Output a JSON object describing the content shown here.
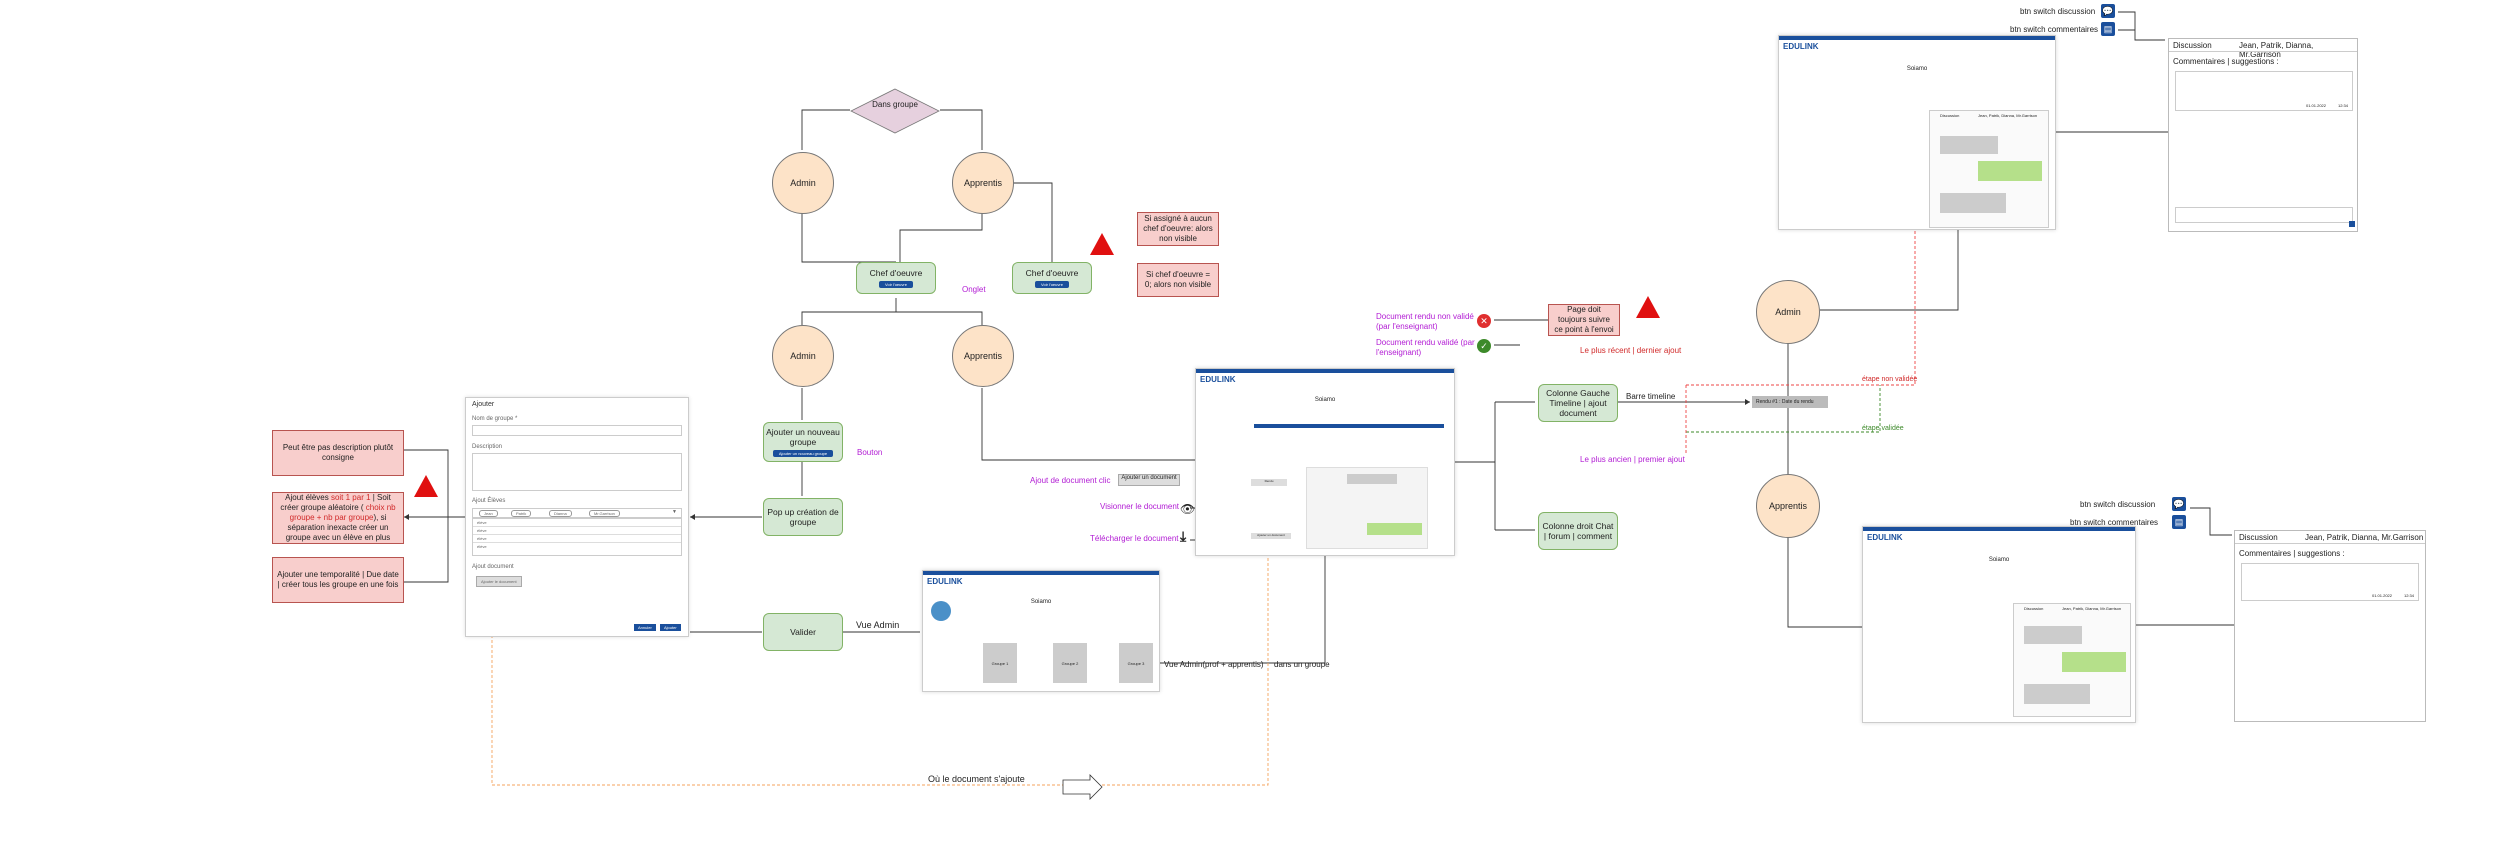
{
  "diagram": {
    "decision": "Dans groupe",
    "admin": "Admin",
    "apprentis": "Apprentis",
    "chef_oeuvre": "Chef d'oeuvre",
    "chef_btn": "Voir l'oeuvre",
    "onglet": "Onglet",
    "note_assigne": "Si assigné à aucun chef d'oeuvre: alors non visible",
    "note_chef_zero": "Si chef d'oeuvre = 0; alors non visible",
    "ajouter_groupe": "Ajouter un nouveau groupe",
    "ajouter_btn": "Ajouter un nouveau groupe",
    "bouton": "Bouton",
    "popup": "Pop up création de groupe",
    "valider": "Valider",
    "vue_admin": "Vue Admin",
    "vue_adminprof": "Vue Admin(prof + apprentis)",
    "dans_un_groupe": "dans un groupe",
    "ou_document": "Où le document s'ajoute",
    "note_description": "Peut être pas description plutôt consigne",
    "note_ajout_eleves_parts": [
      "Ajout élèves ",
      "soit 1 par 1",
      " | Soit créer groupe aléatoire ( ",
      "choix nb groupe + nb par groupe",
      "), si séparation inexacte créer un groupe avec un élève en plus"
    ],
    "note_temporalite": "Ajouter une temporalité | Due date | créer tous les groupe en une fois",
    "ajout_document_clic": "Ajout de document clic",
    "visionner": "Visionner le document",
    "telecharger": "Télécharger le document",
    "doc_non_valide": "Document rendu non validé (par l'enseignant)",
    "doc_valide": "Document rendu validé (par l'enseignant)",
    "page_note": "Page doit toujours suivre ce point à l'envoi",
    "plus_recent": "Le plus récent | dernier ajout",
    "plus_ancien": "Le plus ancien | premier ajout",
    "colonne_gauche": "Colonne Gauche Timeline | ajout document",
    "colonne_droite": "Colonne droit Chat | forum | comment",
    "barre_timeline": "Barre timeline",
    "etape_non_validee": "étape non validée",
    "etape_validee": "étape validée",
    "rendu": "Rendu #1 : Date du rendu",
    "btn_switch_discussion": "btn switch discussion",
    "btn_switch_commentaires": "btn switch commentaires",
    "discussion": "Discussion",
    "participants": "Jean, Patrik, Dianna, Mr.Garrison",
    "commentaires": "Commentaires | suggestions :",
    "comment_date": "01.01.2022",
    "comment_time": "12:34"
  },
  "form": {
    "title": "Ajouter",
    "nom_label": "Nom de groupe *",
    "description_label": "Description",
    "eleves_label": "Ajout Élèves",
    "chips": [
      "Jean",
      "Patrik",
      "Dianna",
      "Mr.Garrison"
    ],
    "list": [
      "élève",
      "élève",
      "élève",
      "élève"
    ],
    "document_label": "Ajout document",
    "document_btn": "Ajouter le document",
    "cancel": "Annuler",
    "ok": "Ajouter"
  },
  "mock": {
    "logo": "EDULINK",
    "title": "Soiamo",
    "groups": [
      "Groupe 1",
      "Groupe 2",
      "Groupe 3"
    ],
    "ajouter_document": "Ajouter un document",
    "rendu_label": "Rendu"
  },
  "colors": {
    "brand": "#1a4f9c",
    "circle": "#fde3c8",
    "green_box": "#d5e8d4",
    "red_box": "#f8cecc",
    "purple": "#b21cd4",
    "red": "#d12a2a",
    "green": "#3d8a2a",
    "orange_line": "#f5a35c"
  }
}
